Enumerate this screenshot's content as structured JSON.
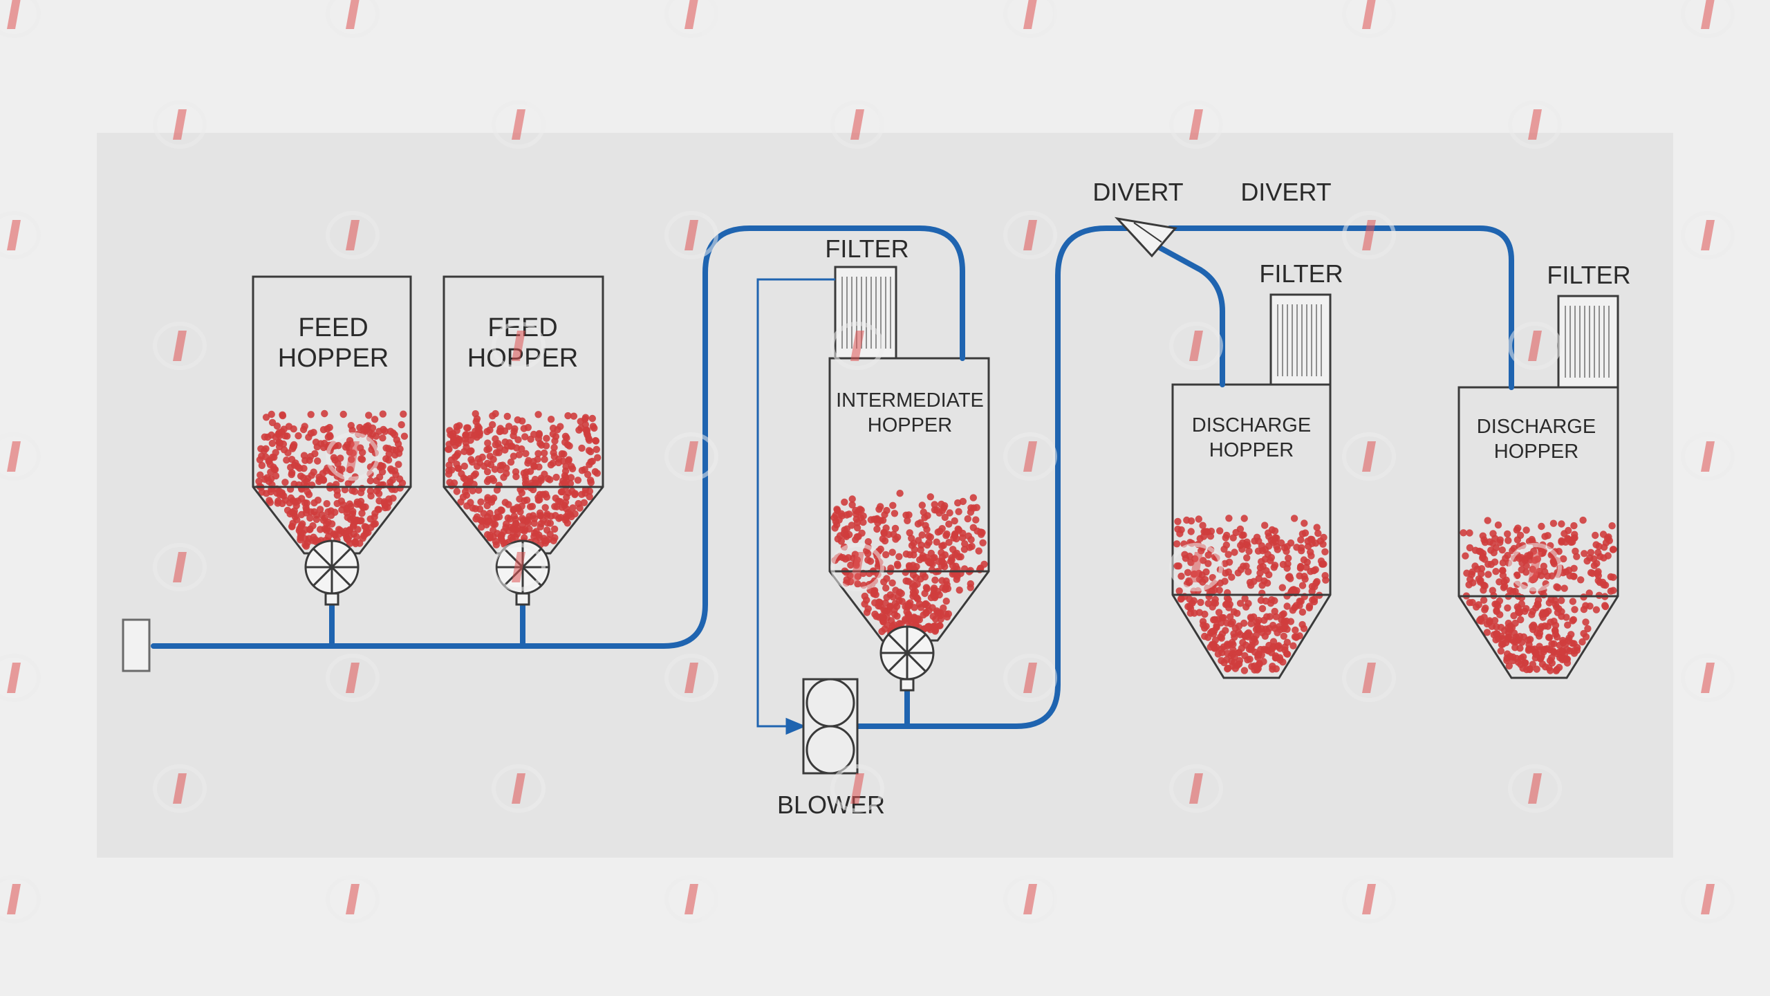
{
  "colors": {
    "background": "#efefef",
    "panel": "#e4e4e4",
    "pipe": "#1f64b0",
    "outline": "#3a3a3a",
    "pellets": "#cf3d3d",
    "watermark": "#e05555"
  },
  "labels": {
    "feed_hopper_1": [
      "FEED",
      "HOPPER"
    ],
    "feed_hopper_2": [
      "FEED",
      "HOPPER"
    ],
    "intermediate_hopper": [
      "INTERMEDIATE",
      "HOPPER"
    ],
    "discharge_hopper_1": [
      "DISCHARGE",
      "HOPPER"
    ],
    "discharge_hopper_2": [
      "DISCHARGE",
      "HOPPER"
    ],
    "filter_intermediate": "FILTER",
    "filter_discharge_1": "FILTER",
    "filter_discharge_2": "FILTER",
    "divert_1": "DIVERT",
    "divert_2": "DIVERT",
    "blower": "BLOWER"
  },
  "icons": {
    "rotary_valve": "rotary-valve-icon",
    "blower": "blower-icon",
    "diverter": "diverter-valve-icon",
    "air_inlet": "air-inlet-icon",
    "watermark": "watermark-logo-icon"
  }
}
